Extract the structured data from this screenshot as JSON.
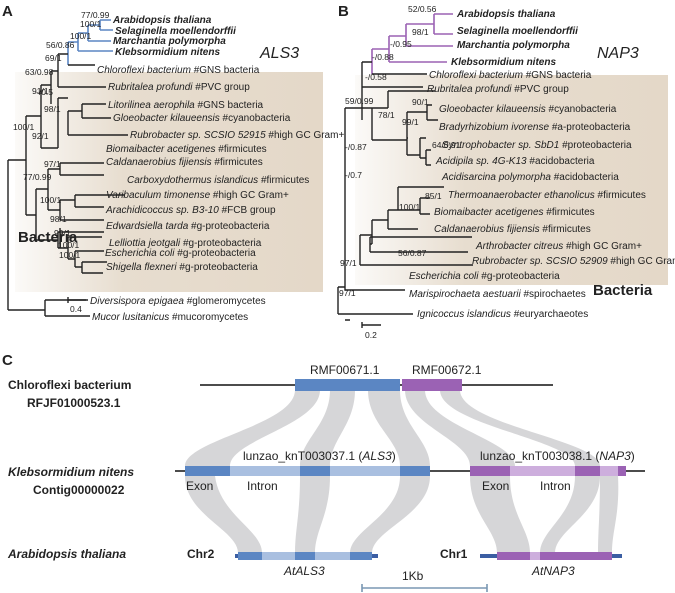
{
  "panel_a": {
    "label": "A",
    "gene_label": "ALS3",
    "group_label": "Bacteria",
    "supports": [
      "77/0.99",
      "100/1",
      "100/1",
      "56/0.86",
      "69/1",
      "63/0.98",
      "-/0.5",
      "91/1",
      "100/1",
      "98/1",
      "92/1",
      "97/1",
      "77/0.99",
      "100/1",
      "98/1",
      "99/1",
      "100/1",
      "100/1"
    ],
    "scale": "0.4",
    "taxa": [
      {
        "name": "Arabidopsis thaliana",
        "tag": ""
      },
      {
        "name": "Selaginella moellendorffii",
        "tag": ""
      },
      {
        "name": "Marchantia polymorpha",
        "tag": ""
      },
      {
        "name": "Klebsormidium nitens",
        "tag": ""
      },
      {
        "name": "Chloroflexi bacterium",
        "tag": "#GNS bacteria"
      },
      {
        "name": "Rubritalea profundi",
        "tag": "#PVC group"
      },
      {
        "name": "Litorilinea aerophila",
        "tag": "#GNS bacteria"
      },
      {
        "name": "Gloeobacter kilaueensis",
        "tag": "#cyanobacteria"
      },
      {
        "name": "Rubrobacter sp. SCSIO 52915",
        "tag": "#high GC Gram+"
      },
      {
        "name": "Biomaibacter acetigenes",
        "tag": "#firmicutes"
      },
      {
        "name": "Caldanaerobius fijiensis",
        "tag": "#firmicutes"
      },
      {
        "name": "Carboxydothermus islandicus",
        "tag": "#firmicutes"
      },
      {
        "name": "Varibaculum timonense",
        "tag": "#high GC Gram+"
      },
      {
        "name": "Arachidicoccus sp. B3-10",
        "tag": "#FCB group"
      },
      {
        "name": "Edwardsiella tarda",
        "tag": "#g-proteobacteria"
      },
      {
        "name": "Lelliottia jeotgali",
        "tag": "#g-proteobacteria"
      },
      {
        "name": "Escherichia coli",
        "tag": "#g-proteobacteria"
      },
      {
        "name": "Shigella flexneri",
        "tag": "#g-proteobacteria"
      },
      {
        "name": "Diversispora epigaea",
        "tag": "#glomeromycetes"
      },
      {
        "name": "Mucor lusitanicus",
        "tag": "#mucoromycetes"
      }
    ]
  },
  "panel_b": {
    "label": "B",
    "gene_label": "NAP3",
    "group_label": "Bacteria",
    "supports": [
      "52/0.56",
      "98/1",
      "-/0.95",
      "-/0.88",
      "-/0.58",
      "59/0.99",
      "90/1",
      "78/1",
      "99/1",
      "64/0.91",
      "-/0.87",
      "-/0.7",
      "85/1",
      "100/1",
      "56/0.87",
      "97/1",
      "97/1"
    ],
    "scale": "0.2",
    "taxa": [
      {
        "name": "Arabidopsis thaliana",
        "tag": ""
      },
      {
        "name": "Selaginella moellendorffii",
        "tag": ""
      },
      {
        "name": "Marchantia polymorpha",
        "tag": ""
      },
      {
        "name": "Klebsormidium nitens",
        "tag": ""
      },
      {
        "name": "Chloroflexi bacterium",
        "tag": "#GNS bacteria"
      },
      {
        "name": "Rubritalea profundi",
        "tag": "#PVC group"
      },
      {
        "name": "Gloeobacter kilaueensis",
        "tag": "#cyanobacteria"
      },
      {
        "name": "Bradyrhizobium ivorense",
        "tag": "#a-proteobacteria"
      },
      {
        "name": "Syntrophobacter sp. SbD1",
        "tag": "#proteobacteria"
      },
      {
        "name": "Acidipila sp. 4G-K13",
        "tag": "#acidobacteria"
      },
      {
        "name": "Acidisarcina polymorpha",
        "tag": "#acidobacteria"
      },
      {
        "name": "Thermoanaerobacter ethanolicus",
        "tag": "#firmicutes"
      },
      {
        "name": "Biomaibacter acetigenes",
        "tag": "#firmicutes"
      },
      {
        "name": "Caldanaerobius fijiensis",
        "tag": "#firmicutes"
      },
      {
        "name": "Arthrobacter citreus",
        "tag": "#high GC Gram+"
      },
      {
        "name": "Rubrobacter sp. SCSIO 52909",
        "tag": "#high GC Gram+"
      },
      {
        "name": "Escherichia coli",
        "tag": "#g-proteobacteria"
      },
      {
        "name": "Marispirochaeta aestuarii",
        "tag": "#spirochaetes"
      },
      {
        "name": "Ignicoccus islandicus",
        "tag": "#euryarchaeotes"
      }
    ]
  },
  "panel_c": {
    "label": "C",
    "row1_title": "Chloroflexi bacterium",
    "row1_sub": "RFJF01000523.1",
    "row2_title": "Klebsormidium nitens",
    "row2_sub": "Contig00000022",
    "row3_title": "Arabidopsis thaliana",
    "gene1_top": "RMF00671.1",
    "gene2_top": "RMF00672.1",
    "gene1_mid_id": "lunzao_knT003037.1 (",
    "gene1_mid_name": "ALS3",
    "gene2_mid_id": "lunzao_knT003038.1 (",
    "gene2_mid_name": "NAP3",
    "close_paren": ")",
    "exon": "Exon",
    "intron": "Intron",
    "chr2": "Chr2",
    "chr1": "Chr1",
    "at_gene1": "AtALS3",
    "at_gene2": "AtNAP3",
    "scale": "1Kb"
  },
  "colors": {
    "blue": "#5b86c3",
    "blue_light": "#a9bfe0",
    "purple": "#9b62b4",
    "purple_light": "#cdaedd",
    "bacteria_red": "#e03a3e",
    "box_bg": "#e7ddcf",
    "synteny": "#d6d6d8",
    "scale_bar": "#7a97b3"
  }
}
